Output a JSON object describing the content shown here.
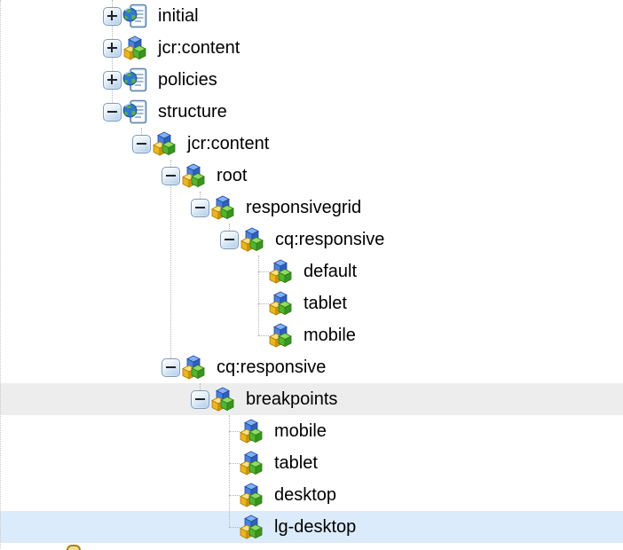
{
  "tree": {
    "rows": [
      {
        "label": "initial",
        "level": 0,
        "icon": "page-icon",
        "expander": "collapsed",
        "state": "none"
      },
      {
        "label": "jcr:content",
        "level": 0,
        "icon": "node-icon",
        "expander": "collapsed",
        "state": "none"
      },
      {
        "label": "policies",
        "level": 0,
        "icon": "page-icon",
        "expander": "collapsed",
        "state": "none"
      },
      {
        "label": "structure",
        "level": 0,
        "icon": "page-icon",
        "expander": "expanded",
        "state": "none"
      },
      {
        "label": "jcr:content",
        "level": 1,
        "icon": "node-icon",
        "expander": "expanded",
        "state": "none"
      },
      {
        "label": "root",
        "level": 2,
        "icon": "node-icon",
        "expander": "expanded",
        "state": "none"
      },
      {
        "label": "responsivegrid",
        "level": 3,
        "icon": "node-icon",
        "expander": "expanded",
        "state": "none"
      },
      {
        "label": "cq:responsive",
        "level": 4,
        "icon": "node-icon",
        "expander": "expanded",
        "state": "none"
      },
      {
        "label": "default",
        "level": 5,
        "icon": "node-icon",
        "expander": "none",
        "state": "none"
      },
      {
        "label": "tablet",
        "level": 5,
        "icon": "node-icon",
        "expander": "none",
        "state": "none"
      },
      {
        "label": "mobile",
        "level": 5,
        "icon": "node-icon",
        "expander": "none",
        "state": "none"
      },
      {
        "label": "cq:responsive",
        "level": 2,
        "icon": "node-icon",
        "expander": "expanded",
        "state": "none"
      },
      {
        "label": "breakpoints",
        "level": 3,
        "icon": "node-icon",
        "expander": "expanded",
        "state": "hover-highlight"
      },
      {
        "label": "mobile",
        "level": 4,
        "icon": "node-icon",
        "expander": "none",
        "state": "none"
      },
      {
        "label": "tablet",
        "level": 4,
        "icon": "node-icon",
        "expander": "none",
        "state": "none"
      },
      {
        "label": "desktop",
        "level": 4,
        "icon": "node-icon",
        "expander": "none",
        "state": "none"
      },
      {
        "label": "lg-desktop",
        "level": 4,
        "icon": "node-icon",
        "expander": "none",
        "state": "selected"
      }
    ],
    "colors": {
      "selected_row_bg": "#dcebfb",
      "hover_row_bg": "#ededed",
      "guide_dots": "#b5b5b5",
      "text": "#000000"
    }
  }
}
